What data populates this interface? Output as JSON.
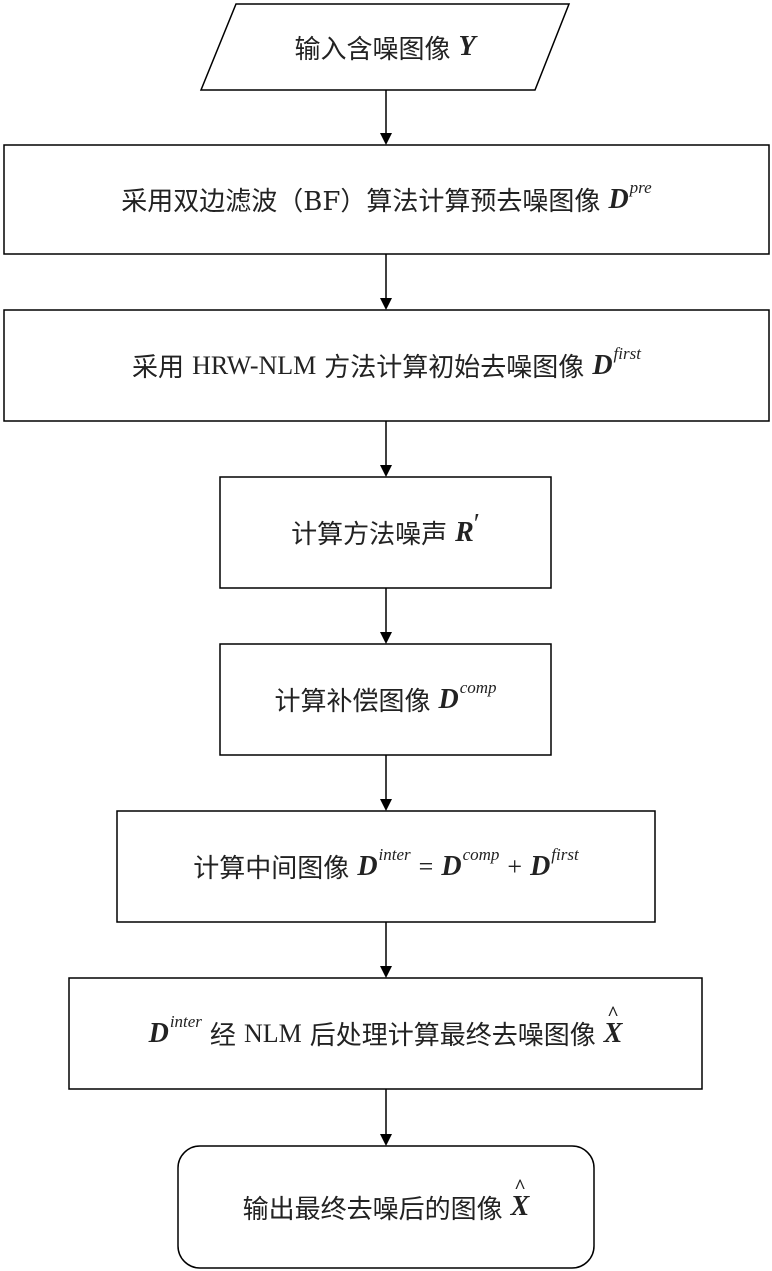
{
  "nodes": {
    "input": {
      "text": "输入含噪图像",
      "var": "Y"
    },
    "bf": {
      "prefix": "采用双边滤波（BF）算法计算预去噪图像",
      "var": "D",
      "sup": "pre"
    },
    "hrw": {
      "prefix1": "采用",
      "method": "HRW-NLM",
      "prefix2": "方法计算初始去噪图像",
      "var": "D",
      "sup": "first"
    },
    "noise": {
      "text": "计算方法噪声",
      "var": "R",
      "prime": "′"
    },
    "comp": {
      "text": "计算补偿图像",
      "var": "D",
      "sup": "comp"
    },
    "inter": {
      "text": "计算中间图像",
      "var1": "D",
      "sup1": "inter",
      "eq": "=",
      "var2": "D",
      "sup2": "comp",
      "plus": "+",
      "var3": "D",
      "sup3": "first"
    },
    "final": {
      "var": "D",
      "sup": "inter",
      "text1": "经",
      "method": "NLM",
      "text2": "后处理计算最终去噪图像",
      "var2": "X"
    },
    "output": {
      "text": "输出最终去噪后的图像",
      "var": "X"
    }
  }
}
